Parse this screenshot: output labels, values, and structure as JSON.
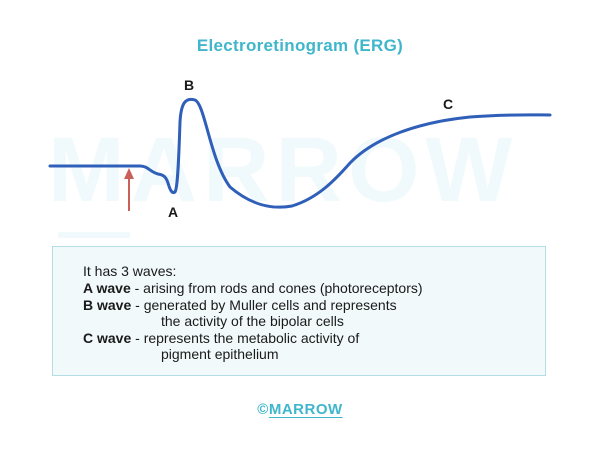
{
  "title": "Electroretinogram (ERG)",
  "watermark": "MARROW",
  "labels": {
    "a": "A",
    "b": "B",
    "c": "C"
  },
  "colors": {
    "accent": "#3fb6cc",
    "curve": "#2f5fb8",
    "arrow": "#c9605a"
  },
  "description": {
    "intro": "It has 3 waves:",
    "a_term": "A wave",
    "a_text": " - arising from rods and cones (photoreceptors)",
    "b_term": "B wave",
    "b_text1": " - generated by Muller cells and represents",
    "b_text2": "the activity of the bipolar cells",
    "c_term": "C wave",
    "c_text1": " - represents the metabolic activity of",
    "c_text2": "pigment epithelium"
  },
  "footer": {
    "symbol": "©",
    "brand": "MARROW"
  }
}
